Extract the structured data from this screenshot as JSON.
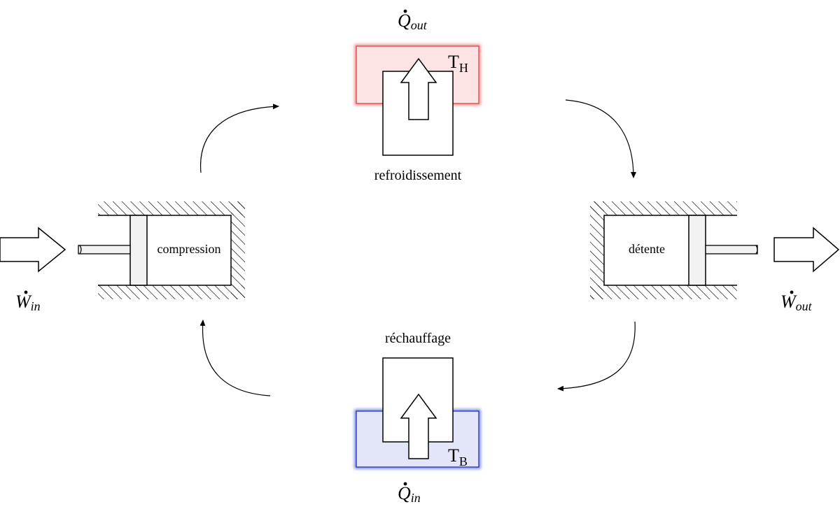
{
  "labels": {
    "cooling": "refroidissement",
    "heating": "réchauffage",
    "compression": "compression",
    "expansion": "détente"
  },
  "symbols": {
    "heat_out": {
      "base": "Q",
      "sub": "out"
    },
    "heat_in": {
      "base": "Q",
      "sub": "in"
    },
    "work_in": {
      "base": "W",
      "sub": "in"
    },
    "work_out": {
      "base": "W",
      "sub": "out"
    },
    "hot_temp": {
      "base": "T",
      "sub": "H"
    },
    "cold_temp": {
      "base": "T",
      "sub": "B"
    }
  },
  "colors": {
    "hot_reservoir_fill": "#fde3e3",
    "hot_reservoir_edge": "#e25555",
    "cold_reservoir_fill": "#e3e6f8",
    "cold_reservoir_edge": "#3344cc",
    "stroke": "#000000"
  }
}
